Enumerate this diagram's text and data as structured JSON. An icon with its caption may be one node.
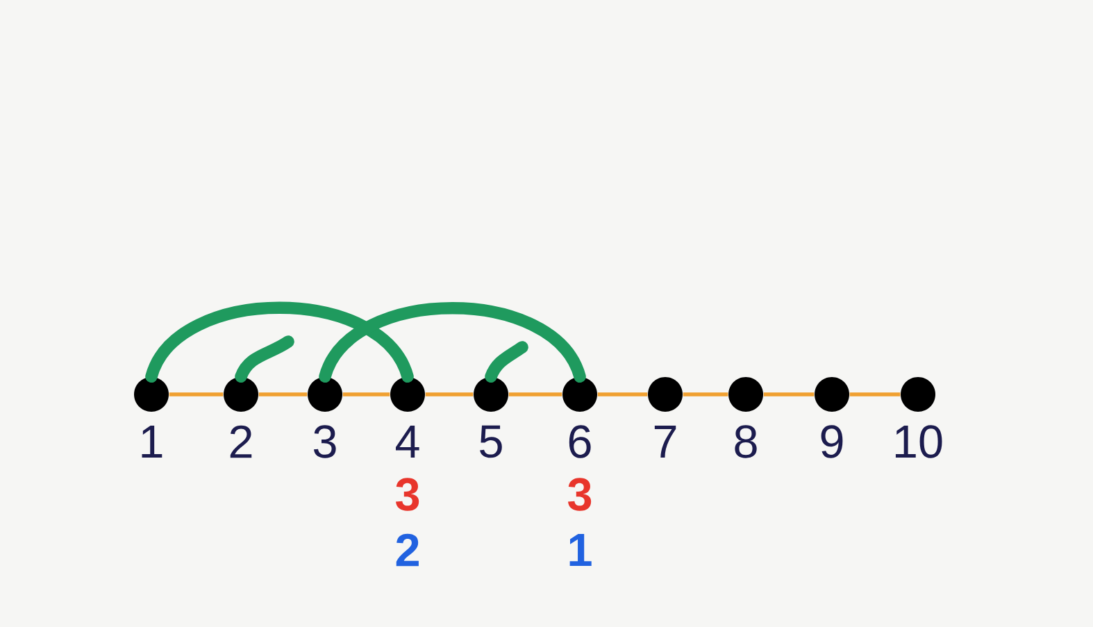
{
  "diagram": {
    "nodes": [
      {
        "text": [],
        "shape": "circle",
        "beside": [
          "1"
        ]
      },
      {
        "text": [],
        "shape": "circle",
        "beside": [
          "2"
        ]
      },
      {
        "text": [],
        "shape": "circle",
        "beside": [
          "3"
        ]
      },
      {
        "text": [],
        "shape": "circle",
        "beside": [
          "4",
          "3",
          "2"
        ]
      },
      {
        "text": [],
        "shape": "circle",
        "beside": [
          "5"
        ]
      },
      {
        "text": [],
        "shape": "circle",
        "beside": [
          "6",
          "3",
          "1"
        ]
      },
      {
        "text": [],
        "shape": "circle",
        "beside": [
          "7"
        ]
      },
      {
        "text": [],
        "shape": "circle",
        "beside": [
          "8"
        ]
      },
      {
        "text": [],
        "shape": "circle",
        "beside": [
          "9"
        ]
      },
      {
        "text": [],
        "shape": "circle",
        "beside": [
          "10"
        ]
      }
    ],
    "edges": [
      {
        "from": 0,
        "to": 1,
        "arrow": "none"
      },
      {
        "from": 1,
        "to": 2,
        "arrow": "none"
      },
      {
        "from": 2,
        "to": 3,
        "arrow": "none"
      },
      {
        "from": 3,
        "to": 4,
        "arrow": "none"
      },
      {
        "from": 4,
        "to": 5,
        "arrow": "none"
      },
      {
        "from": 5,
        "to": 6,
        "arrow": "none"
      },
      {
        "from": 6,
        "to": 7,
        "arrow": "none"
      },
      {
        "from": 7,
        "to": 8,
        "arrow": "none"
      },
      {
        "from": 8,
        "to": 9,
        "arrow": "none"
      },
      {
        "from": 0,
        "to": 3,
        "arrow": "none",
        "style": "thick",
        "color": "#1f9a5e"
      },
      {
        "from": 2,
        "to": 5,
        "arrow": "none",
        "style": "thick",
        "color": "#1f9a5e"
      },
      {
        "from": 1,
        "to": null,
        "arrow": "none",
        "style": "thick",
        "color": "#1f9a5e"
      },
      {
        "from": 4,
        "to": null,
        "arrow": "none",
        "style": "thick",
        "color": "#1f9a5e"
      }
    ]
  }
}
